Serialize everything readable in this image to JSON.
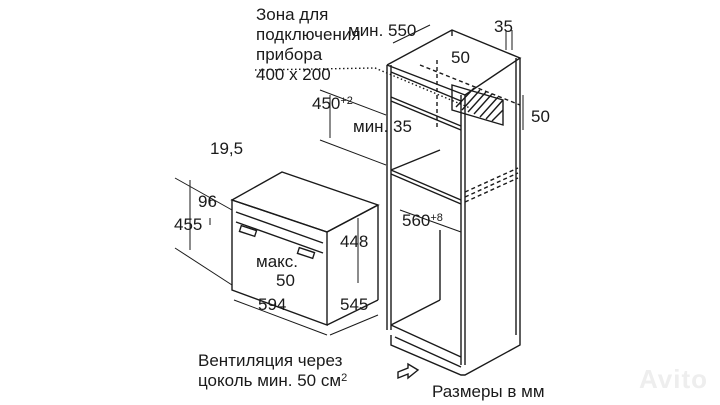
{
  "diagram": {
    "subject": "Built-in compact oven installation into tall cabinet",
    "connection_zone": {
      "lines": [
        "Зона для",
        "подключения",
        "прибора",
        "400 x 200"
      ]
    },
    "dimensions": {
      "cabinet_depth_min": "мин. 550",
      "side_thickness": "35",
      "connection_offset_top": "50",
      "connection_offset_side": "50",
      "niche_height": "450",
      "niche_height_tol": "+2",
      "shelf_gap_min": "мин. 35",
      "niche_width": "560",
      "niche_width_tol": "+8",
      "front_overhang": "19,5",
      "panel_height": "96",
      "appliance_height": "455",
      "body_height": "448",
      "gap_max_label": "макс.",
      "gap_max_value": "50",
      "appliance_width": "594",
      "appliance_depth": "545"
    },
    "ventilation_note": {
      "line1": "Вентиляция через",
      "line2": "цоколь мин. 50 см",
      "line2_sup": "2"
    },
    "units_note": "Размеры в мм",
    "watermark": "Avito",
    "colors": {
      "line": "#1a1a1a",
      "background": "#ffffff",
      "watermark": "#e8e8e8"
    }
  }
}
